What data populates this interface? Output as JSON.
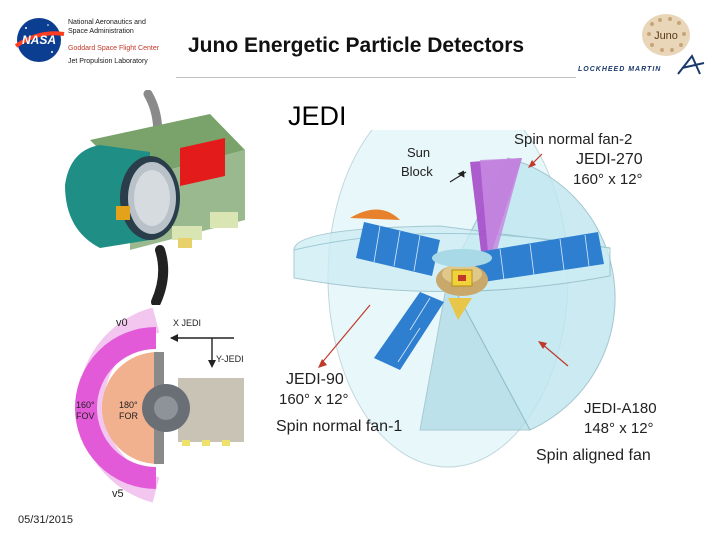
{
  "header": {
    "nasa_logo_text": "NASA",
    "nasa_line1": "National Aeronautics and",
    "nasa_line2": "Space Administration",
    "goddard": "Goddard Space Flight Center",
    "jpl": "Jet Propulsion Laboratory",
    "title": "Juno Energetic Particle Detectors",
    "juno_logo_text": "Juno",
    "lm_logo_text": "LOCKHEED MARTIN"
  },
  "slide": {
    "subtitle": "JEDI",
    "date": "05/31/2015"
  },
  "fov_diagram": {
    "v0": "v0",
    "x_jedi": "X JEDI",
    "y_jedi": "Y-JEDI",
    "fov_value": "160°",
    "fov_label": "FOV",
    "for_value": "180°",
    "for_label": "FOR",
    "v5": "v5"
  },
  "spacecraft": {
    "sun_block_1": "Sun",
    "sun_block_2": "Block",
    "fan2_title": "Spin normal fan-2",
    "fan2_name": "JEDI-270",
    "fan2_fov": "160° x 12°",
    "fan1_name": "JEDI-90",
    "fan1_fov": "160° x 12°",
    "fan1_title": "Spin normal fan-1",
    "a180_name": "JEDI-A180",
    "a180_fov": "148° x 12°",
    "a180_title": "Spin aligned fan"
  },
  "colors": {
    "nasa_blue": "#0b3d91",
    "nasa_red": "#fc3d21",
    "fan_cyan": "#c9eef5",
    "fan_purple": "#a64ac9",
    "solar_panel": "#2f7fd1",
    "fov_magenta": "#e35ad8",
    "instrument_teal": "#1f8f86"
  }
}
